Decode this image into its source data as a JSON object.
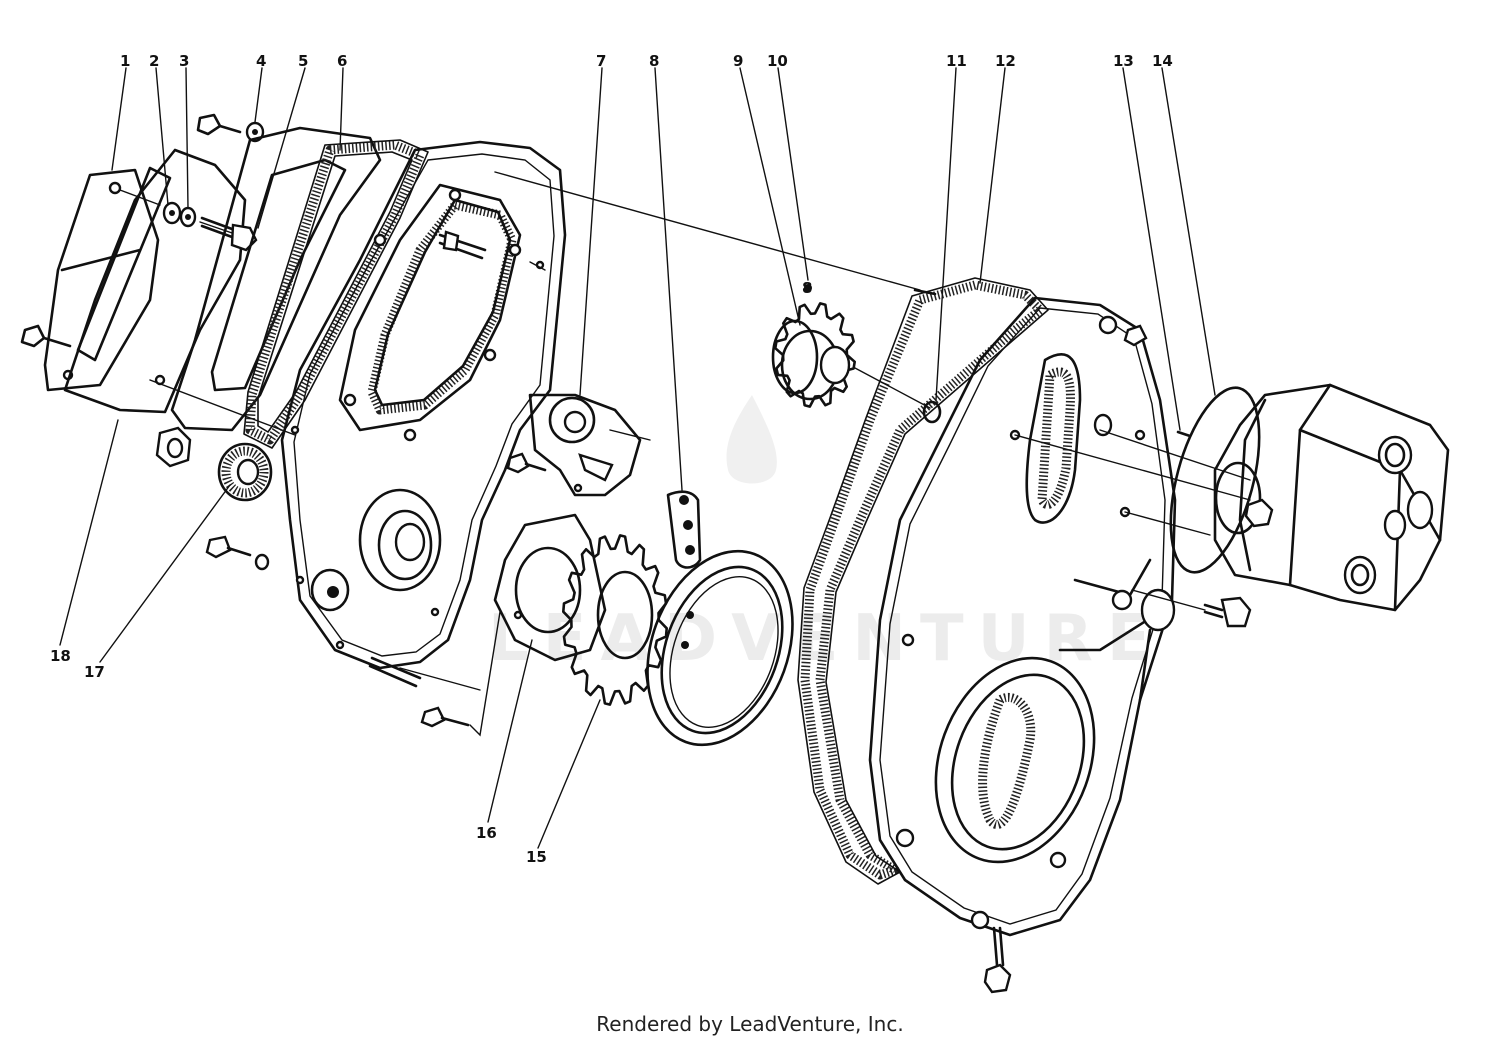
{
  "callouts": [
    {
      "id": "1",
      "label": "1"
    },
    {
      "id": "2",
      "label": "2"
    },
    {
      "id": "3",
      "label": "3"
    },
    {
      "id": "4",
      "label": "4"
    },
    {
      "id": "5",
      "label": "5"
    },
    {
      "id": "6",
      "label": "6"
    },
    {
      "id": "7",
      "label": "7"
    },
    {
      "id": "8",
      "label": "8"
    },
    {
      "id": "9",
      "label": "9"
    },
    {
      "id": "10",
      "label": "10"
    },
    {
      "id": "11",
      "label": "11"
    },
    {
      "id": "12",
      "label": "12"
    },
    {
      "id": "13",
      "label": "13"
    },
    {
      "id": "14",
      "label": "14"
    },
    {
      "id": "15",
      "label": "15"
    },
    {
      "id": "16",
      "label": "16"
    },
    {
      "id": "17",
      "label": "17"
    },
    {
      "id": "18",
      "label": "18"
    }
  ],
  "inline_marker": "8",
  "watermark": "LEADVENTURE",
  "credit": "Rendered by LeadVenture, Inc."
}
